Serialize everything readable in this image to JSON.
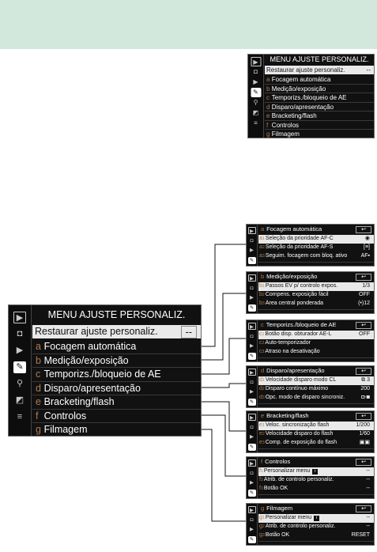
{
  "top_menu": {
    "title": "MENU AJUSTE PERSONALIZ.",
    "reset_label": "Restaurar ajuste personaliz.",
    "reset_value": "--",
    "items": [
      {
        "prefix": "a",
        "label": "Focagem automática"
      },
      {
        "prefix": "b",
        "label": "Medição/exposição"
      },
      {
        "prefix": "c",
        "label": "Temporizs./bloqueio de AE"
      },
      {
        "prefix": "d",
        "label": "Disparo/apresentação"
      },
      {
        "prefix": "e",
        "label": "Bracketing/flash"
      },
      {
        "prefix": "f",
        "label": "Controlos"
      },
      {
        "prefix": "g",
        "label": "Filmagem"
      }
    ]
  },
  "main_menu": {
    "title": "MENU AJUSTE PERSONALIZ.",
    "reset_label": "Restaurar ajuste personaliz.",
    "reset_value": "--",
    "items": [
      {
        "prefix": "a",
        "label": "Focagem automática"
      },
      {
        "prefix": "b",
        "label": "Medição/exposição"
      },
      {
        "prefix": "c",
        "label": "Temporizs./bloqueio de AE"
      },
      {
        "prefix": "d",
        "label": "Disparo/apresentação"
      },
      {
        "prefix": "e",
        "label": "Bracketing/flash"
      },
      {
        "prefix": "f",
        "label": "Controlos"
      },
      {
        "prefix": "g",
        "label": "Filmagem"
      }
    ]
  },
  "back_glyph": "↩",
  "submenus": [
    {
      "prefix": "a",
      "title": "Focagem automática",
      "rows": [
        {
          "code": "a",
          "num": "1",
          "label": "Seleção da prioridade AF-C",
          "value": "◉",
          "hl": true
        },
        {
          "code": "a",
          "num": "2",
          "label": "Seleção da prioridade AF-S",
          "value": "[≡]"
        },
        {
          "code": "a",
          "num": "3",
          "label": "Seguim. focagem com bloq. ativo",
          "value": "AF▪"
        }
      ]
    },
    {
      "prefix": "b",
      "title": "Medição/exposição",
      "rows": [
        {
          "code": "b",
          "num": "1",
          "label": "Passos EV p/ controlo expos.",
          "value": "1/3",
          "hl": true
        },
        {
          "code": "b",
          "num": "2",
          "label": "Compens. exposição fácil",
          "value": "OFF"
        },
        {
          "code": "b",
          "num": "3",
          "label": "Área central ponderada",
          "value": "(•)12"
        }
      ]
    },
    {
      "prefix": "c",
      "title": "Temporizs./bloqueio de AE",
      "rows": [
        {
          "code": "c",
          "num": "1",
          "label": "Botão disp. obturador AE-L",
          "value": "OFF",
          "hl": true
        },
        {
          "code": "c",
          "num": "2",
          "label": "Auto-temporizador",
          "value": ""
        },
        {
          "code": "c",
          "num": "3",
          "label": "Atraso na desativação",
          "value": ""
        }
      ]
    },
    {
      "prefix": "d",
      "title": "Disparo/apresentação",
      "rows": [
        {
          "code": "d",
          "num": "1",
          "label": "Velocidade disparo modo CL",
          "value": "⧉ 3",
          "hl": true
        },
        {
          "code": "d",
          "num": "2",
          "label": "Disparo contínuo máximo",
          "value": "200"
        },
        {
          "code": "d",
          "num": "3",
          "label": "Opc. modo de disparo sincroniz.",
          "value": "◘-◙"
        }
      ]
    },
    {
      "prefix": "e",
      "title": "Bracketing/flash",
      "rows": [
        {
          "code": "e",
          "num": "1",
          "label": "Veloc. sincronização flash",
          "value": "1/200",
          "hl": true
        },
        {
          "code": "e",
          "num": "2",
          "label": "Velocidade disparo do flash",
          "value": "1/60"
        },
        {
          "code": "e",
          "num": "3",
          "label": "Comp. de exposição do flash",
          "value": "▣▣"
        }
      ]
    },
    {
      "prefix": "f",
      "title": "Controlos",
      "rows": [
        {
          "code": "f",
          "num": "1",
          "label": "Personalizar menu",
          "value": "--",
          "hl": true,
          "info": "i"
        },
        {
          "code": "f",
          "num": "2",
          "label": "Atrib. de controlo personaliz.",
          "value": "--"
        },
        {
          "code": "f",
          "num": "3",
          "label": "Botão OK",
          "value": "--"
        }
      ]
    },
    {
      "prefix": "g",
      "title": "Filmagem",
      "rows": [
        {
          "code": "g",
          "num": "1",
          "label": "Personalizar menu",
          "value": "--",
          "hl": true,
          "info": "i"
        },
        {
          "code": "g",
          "num": "2",
          "label": "Atrib. de controlo personaliz.",
          "value": "--"
        },
        {
          "code": "g",
          "num": "3",
          "label": "Botão OK",
          "value": "RESET"
        }
      ]
    }
  ],
  "rail_icons": [
    "play-icon",
    "camera-icon",
    "movie-icon",
    "pencil-icon",
    "wrench-icon",
    "retouch-icon",
    "mymenu-icon"
  ],
  "colors": {
    "prefix": "#b07a4e",
    "header_band": "#d3e8dd",
    "highlight": "#e9e9e9"
  }
}
